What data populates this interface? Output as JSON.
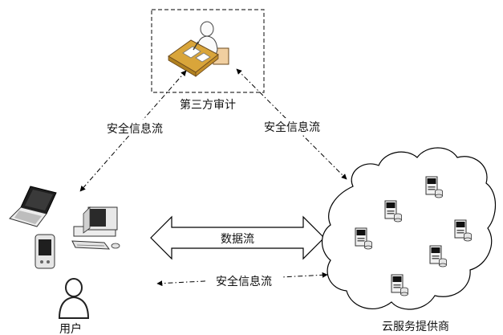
{
  "nodes": {
    "auditor": {
      "label": "第三方审计",
      "icon": "auditor-at-desk-icon"
    },
    "user": {
      "label": "用户",
      "icons": [
        "laptop-icon",
        "desktop-computer-icon",
        "pda-icon",
        "user-avatar-icon"
      ]
    },
    "cloud": {
      "label": "云服务提供商",
      "icons": [
        "cloud-icon",
        "server-icon"
      ]
    }
  },
  "edges": {
    "auditor_user": {
      "label": "安全信息流",
      "style": "dash-dot"
    },
    "auditor_cloud": {
      "label": "安全信息流",
      "style": "dash-dot"
    },
    "user_cloud_data": {
      "label": "数据流",
      "style": "double-arrow"
    },
    "user_cloud_security": {
      "label": "安全信息流",
      "style": "dash-dot"
    }
  }
}
